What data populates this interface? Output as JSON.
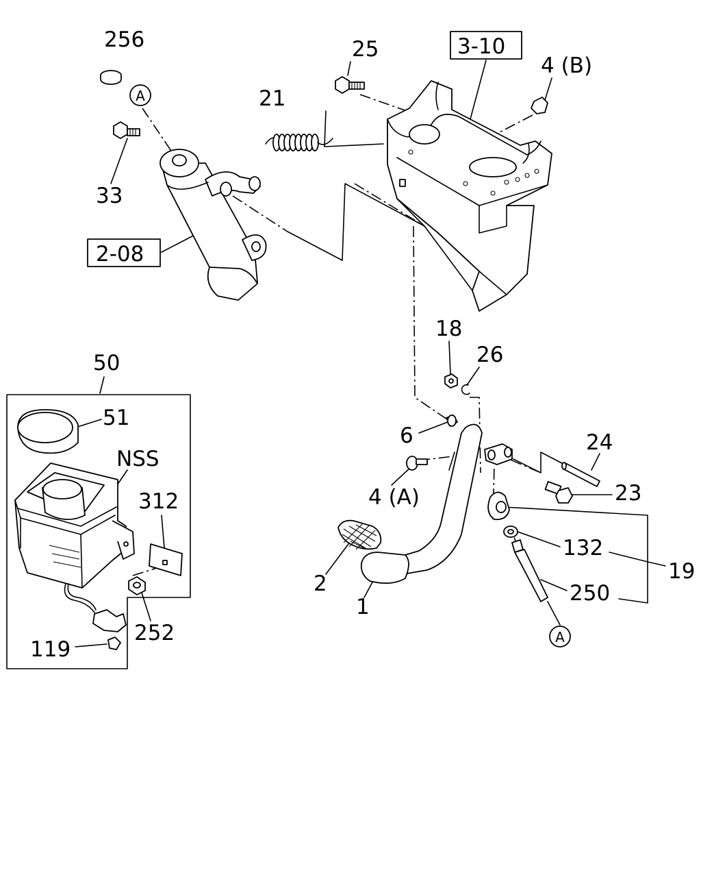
{
  "callouts": {
    "c256": "256",
    "c25": "25",
    "c310": "3-10",
    "c4b": "4 (B)",
    "c21": "21",
    "cA1": "A",
    "c33": "33",
    "c208": "2-08",
    "c18": "18",
    "c26": "26",
    "c50": "50",
    "c51": "51",
    "cNSS": "NSS",
    "c6": "6",
    "c24": "24",
    "c4a": "4 (A)",
    "c23": "23",
    "c312": "312",
    "c132": "132",
    "c19": "19",
    "c2": "2",
    "c250": "250",
    "c1": "1",
    "c252": "252",
    "c119": "119",
    "cA2": "A"
  },
  "icons": [
    "circle-ref-a-icon",
    "boxed-ref-icon"
  ]
}
